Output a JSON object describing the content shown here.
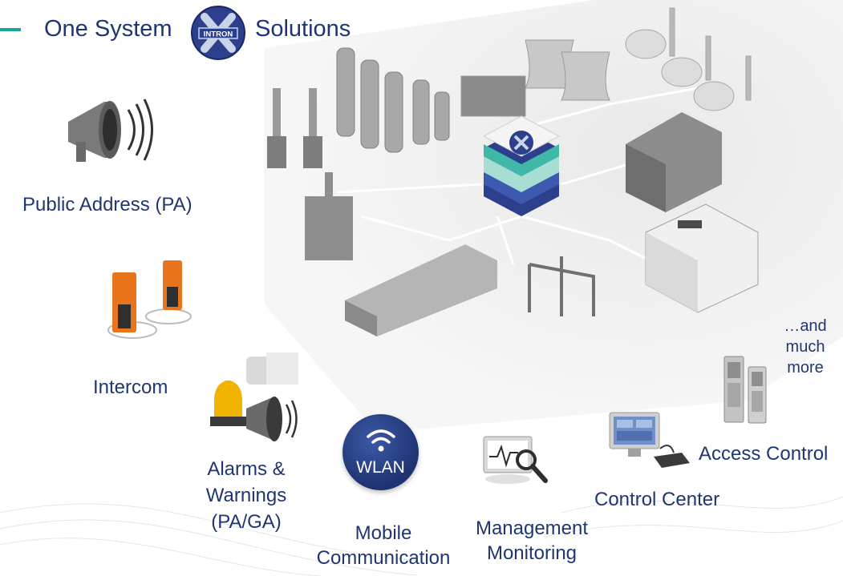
{
  "header": {
    "title_left": "One System",
    "logo_text": "INTRON",
    "title_right": "Solutions"
  },
  "solutions": {
    "public_address": "Public Address (PA)",
    "intercom": "Intercom",
    "alarms_line1": "Alarms &",
    "alarms_line2": "Warnings",
    "alarms_line3": "(PA/GA)",
    "wlan_badge": "WLAN",
    "mobile_line1": "Mobile",
    "mobile_line2": "Communication",
    "management_line1": "Management",
    "management_line2": "Monitoring",
    "control_center": "Control Center",
    "access_control": "Access Control",
    "more_line1": "…and",
    "more_line2": "much",
    "more_line3": "more"
  },
  "colors": {
    "text": "#1f3673",
    "accent": "#17a89a",
    "hub_teal": "#3fb8a8",
    "hub_blue": "#2b3f8c",
    "device_orange": "#e8741c"
  }
}
